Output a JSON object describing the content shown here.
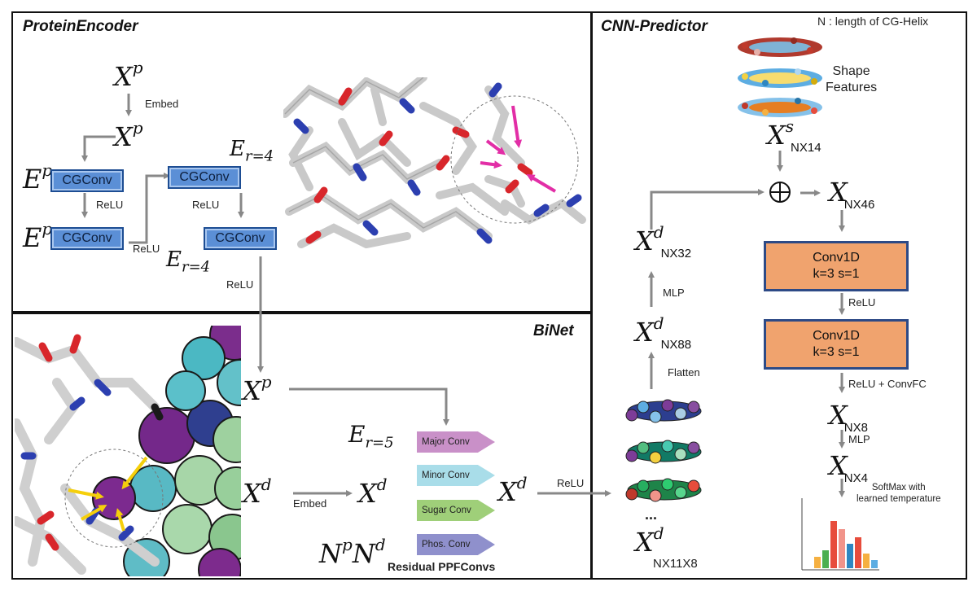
{
  "panels": {
    "protein_encoder": "ProteinEncoder",
    "binet": "BiNet",
    "cnn_predictor": "CNN-Predictor"
  },
  "note": "N : length of CG-Helix",
  "protein_encoder": {
    "x_p_top": "X",
    "x_p_top_sup": "p",
    "embed": "Embed",
    "x_p_mid": "X",
    "x_p_mid_sup": "p",
    "e_p_1": "E",
    "e_p_1_sup": "p",
    "e_p_2": "E",
    "e_p_2_sup": "p",
    "cgconv": "CGConv",
    "relu": "ReLU",
    "e_r4_top": "E",
    "e_r4_top_sub": "r=4",
    "e_r4_bottom": "E",
    "e_r4_bottom_sub": "r=4"
  },
  "binet": {
    "x_p": "X",
    "x_p_sup": "p",
    "x_d_in": "X",
    "x_d_in_sup": "d",
    "embed": "Embed",
    "x_d_emb": "X",
    "x_d_emb_sup": "d",
    "e_r5": "E",
    "e_r5_sub": "r=5",
    "n_p": "N",
    "n_p_sup": "p",
    "n_d": "N",
    "n_d_sup": "d",
    "convs": [
      "Major Conv",
      "Minor Conv",
      "Sugar Conv",
      "Phos. Conv"
    ],
    "residual": "Residual PPFConvs",
    "x_d_out": "X",
    "x_d_out_sup": "d",
    "relu": "ReLU"
  },
  "cnn": {
    "shape_features": "Shape\nFeatures",
    "xs": "X",
    "xs_sup": "s",
    "xs_sub": "NX14",
    "x46": "X",
    "x46_sub": "NX46",
    "xd32": "X",
    "xd32_sup": "d",
    "xd32_sub": "NX32",
    "mlp1": "MLP",
    "xd88": "X",
    "xd88_sup": "d",
    "xd88_sub": "NX88",
    "flatten": "Flatten",
    "ellipsis": "...",
    "xd_last": "X",
    "xd_last_sup": "d",
    "xd_last_sub": "NX11X8",
    "conv1d_title": "Conv1D",
    "conv1d_params": "k=3 s=1",
    "relu": "ReLU",
    "relu_convfc": "ReLU + ConvFC",
    "x8": "X",
    "x8_sub": "NX8",
    "mlp2": "MLP",
    "x4": "X",
    "x4_sub": "NX4",
    "softmax": "SoftMax with\nlearned temperature"
  }
}
